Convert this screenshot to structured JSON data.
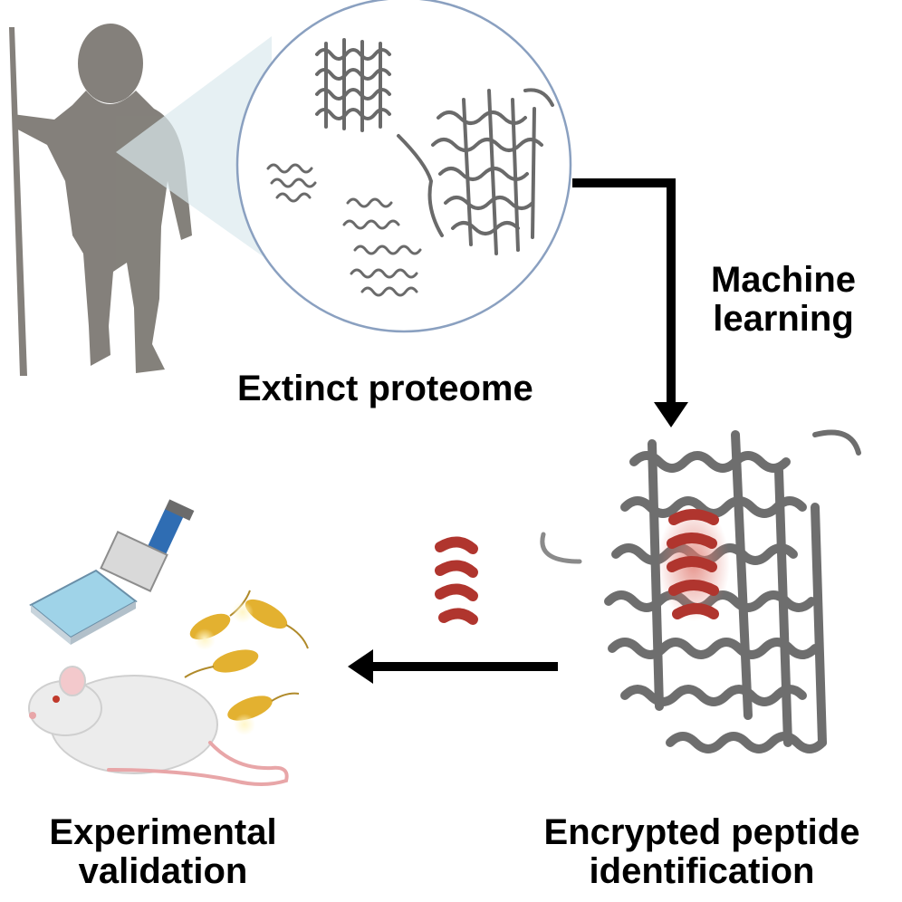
{
  "labels": {
    "extinct_proteome": "Extinct proteome",
    "machine_learning_line1": "Machine",
    "machine_learning_line2": "learning",
    "experimental_line1": "Experimental",
    "experimental_line2": "validation",
    "encrypted_line1": "Encrypted peptide",
    "encrypted_line2": "identification"
  },
  "colors": {
    "arrow": "#000000",
    "protein_gray": "#6e6e6e",
    "peptide_red": "#b0352e",
    "silhouette": "#7a7670",
    "lens_fill": "#dbe9ee",
    "circle_stroke": "#8aa0c0",
    "bacteria": "#e3b130",
    "plate_blue": "#9fd3e8",
    "pipette_blue": "#2f6db3",
    "mouse_body": "#ececec",
    "mouse_tail": "#e8a6a8"
  },
  "icons": [
    "human-silhouette-icon",
    "protein-structure-icon",
    "pipette-icon",
    "well-plate-icon",
    "bacteria-icon",
    "mouse-icon",
    "peptide-helix-icon"
  ]
}
